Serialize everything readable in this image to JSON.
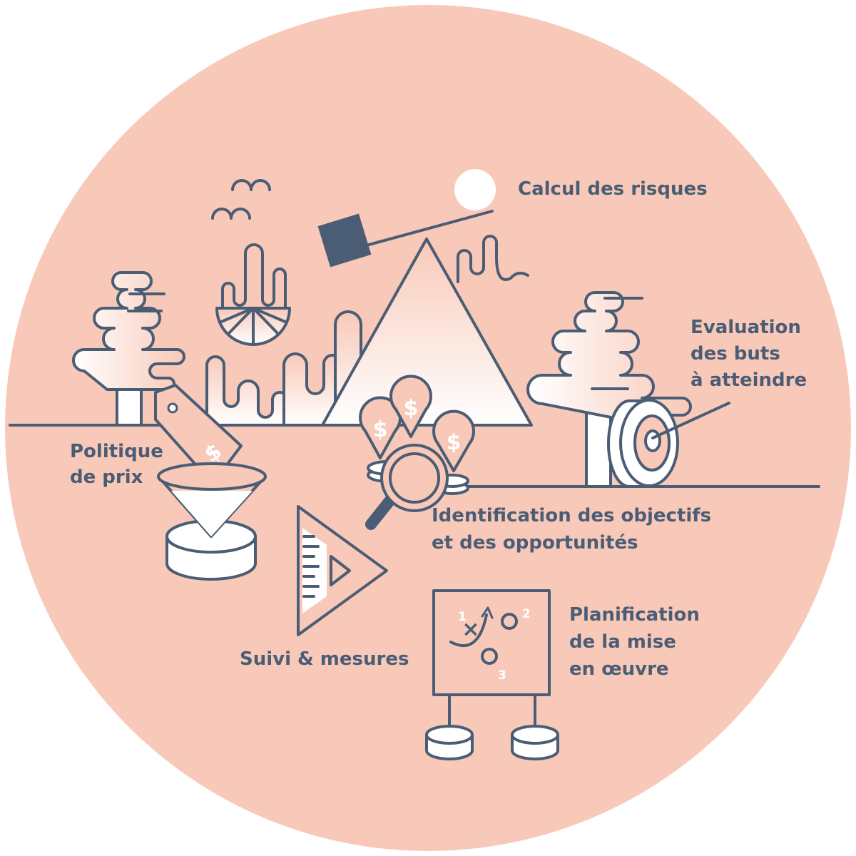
{
  "colors": {
    "circle": "#f8c9b9",
    "stroke": "#4a5d75",
    "label": "#4a5d75",
    "white": "#ffffff"
  },
  "labels": {
    "calcul_risques": "Calcul des risques",
    "evaluation": [
      "Evaluation",
      "des buts",
      "à atteindre"
    ],
    "politique": [
      "Politique",
      "de prix"
    ],
    "identification": [
      "Identification des objectifs",
      "et des opportunités"
    ],
    "suivi": "Suivi & mesures",
    "planification": [
      "Planification",
      "de la mise",
      "en œuvre"
    ]
  },
  "glyphs": {
    "dollar": "$",
    "board_numbers": [
      "1",
      "2",
      "3"
    ],
    "board_cross": "×"
  },
  "icons": [
    "birds-icon",
    "cactus-bowl-icon",
    "seesaw-icon",
    "mountain-icon",
    "tree-icon",
    "price-tag-icon",
    "funnel-icon",
    "money-pin-icon",
    "magnifier-icon",
    "coin-stack-icon",
    "target-icon",
    "set-square-icon",
    "strategy-board-icon"
  ]
}
